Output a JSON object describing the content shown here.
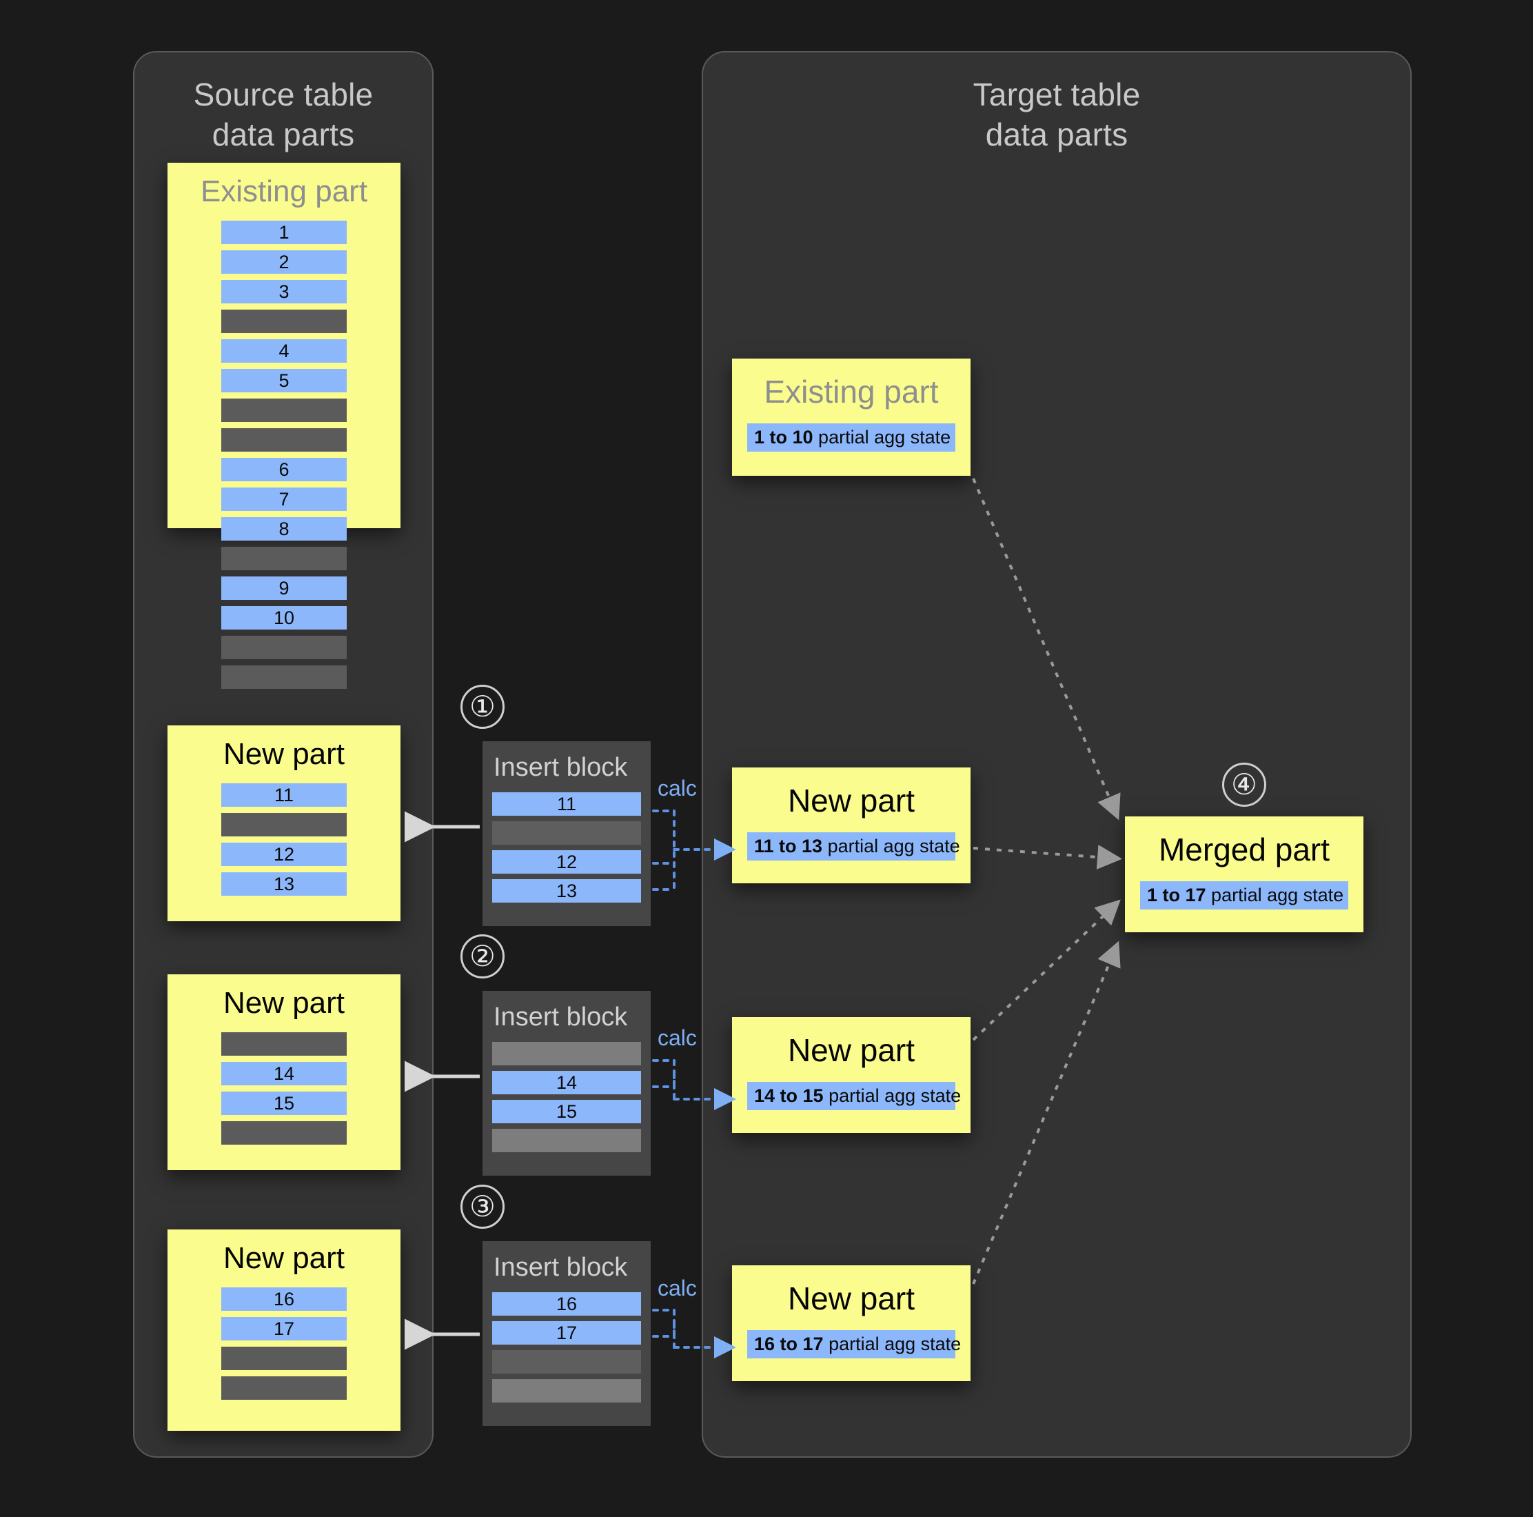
{
  "source_panel": {
    "title": "Source table\ndata parts"
  },
  "target_panel": {
    "title": "Target table\ndata parts"
  },
  "colors": {
    "blue_row": "#8cb8fb",
    "yellow_part": "#fbfc8e",
    "gray_row": "#5b5b5b",
    "panel_bg": "#333333",
    "page_bg": "#1b1b1b",
    "calc_label": "#7fb0f5",
    "dim_title": "#8e8e8e"
  },
  "source": {
    "existing_part": {
      "title": "Existing part",
      "rows": [
        {
          "type": "blue",
          "label": "1"
        },
        {
          "type": "blue",
          "label": "2"
        },
        {
          "type": "blue",
          "label": "3"
        },
        {
          "type": "gray",
          "label": ""
        },
        {
          "type": "blue",
          "label": "4"
        },
        {
          "type": "blue",
          "label": "5"
        },
        {
          "type": "gray",
          "label": ""
        },
        {
          "type": "gray",
          "label": ""
        },
        {
          "type": "blue",
          "label": "6"
        },
        {
          "type": "blue",
          "label": "7"
        },
        {
          "type": "blue",
          "label": "8"
        },
        {
          "type": "gray",
          "label": ""
        },
        {
          "type": "blue",
          "label": "9"
        },
        {
          "type": "blue",
          "label": "10"
        },
        {
          "type": "gray",
          "label": ""
        },
        {
          "type": "gray",
          "label": ""
        }
      ]
    },
    "new_parts": [
      {
        "title": "New part",
        "rows": [
          {
            "type": "blue",
            "label": "11"
          },
          {
            "type": "gray",
            "label": ""
          },
          {
            "type": "blue",
            "label": "12"
          },
          {
            "type": "blue",
            "label": "13"
          }
        ]
      },
      {
        "title": "New part",
        "rows": [
          {
            "type": "gray",
            "label": ""
          },
          {
            "type": "blue",
            "label": "14"
          },
          {
            "type": "blue",
            "label": "15"
          },
          {
            "type": "gray",
            "label": ""
          }
        ]
      },
      {
        "title": "New part",
        "rows": [
          {
            "type": "blue",
            "label": "16"
          },
          {
            "type": "blue",
            "label": "17"
          },
          {
            "type": "gray",
            "label": ""
          },
          {
            "type": "gray",
            "label": ""
          }
        ]
      }
    ]
  },
  "insert_blocks": [
    {
      "step": "①",
      "title": "Insert block",
      "calc_label": "calc",
      "rows": [
        {
          "type": "blue",
          "label": "11"
        },
        {
          "type": "gray",
          "label": ""
        },
        {
          "type": "blue",
          "label": "12"
        },
        {
          "type": "blue",
          "label": "13"
        }
      ]
    },
    {
      "step": "②",
      "title": "Insert block",
      "calc_label": "calc",
      "rows": [
        {
          "type": "graylight",
          "label": ""
        },
        {
          "type": "blue",
          "label": "14"
        },
        {
          "type": "blue",
          "label": "15"
        },
        {
          "type": "graylight",
          "label": ""
        }
      ]
    },
    {
      "step": "③",
      "title": "Insert block",
      "calc_label": "calc",
      "rows": [
        {
          "type": "blue",
          "label": "16"
        },
        {
          "type": "blue",
          "label": "17"
        },
        {
          "type": "gray",
          "label": ""
        },
        {
          "type": "graylight",
          "label": ""
        }
      ]
    }
  ],
  "target": {
    "existing_part": {
      "title": "Existing part",
      "agg_range": "1 to 10",
      "agg_suffix": " partial agg state"
    },
    "new_parts": [
      {
        "title": "New part",
        "agg_range": "11 to 13",
        "agg_suffix": " partial agg state"
      },
      {
        "title": "New part",
        "agg_range": "14 to 15",
        "agg_suffix": " partial agg state"
      },
      {
        "title": "New part",
        "agg_range": "16 to 17",
        "agg_suffix": " partial agg state"
      }
    ],
    "merged_part": {
      "step": "④",
      "title": "Merged part",
      "agg_range": "1 to 17",
      "agg_suffix": " partial agg state"
    }
  }
}
